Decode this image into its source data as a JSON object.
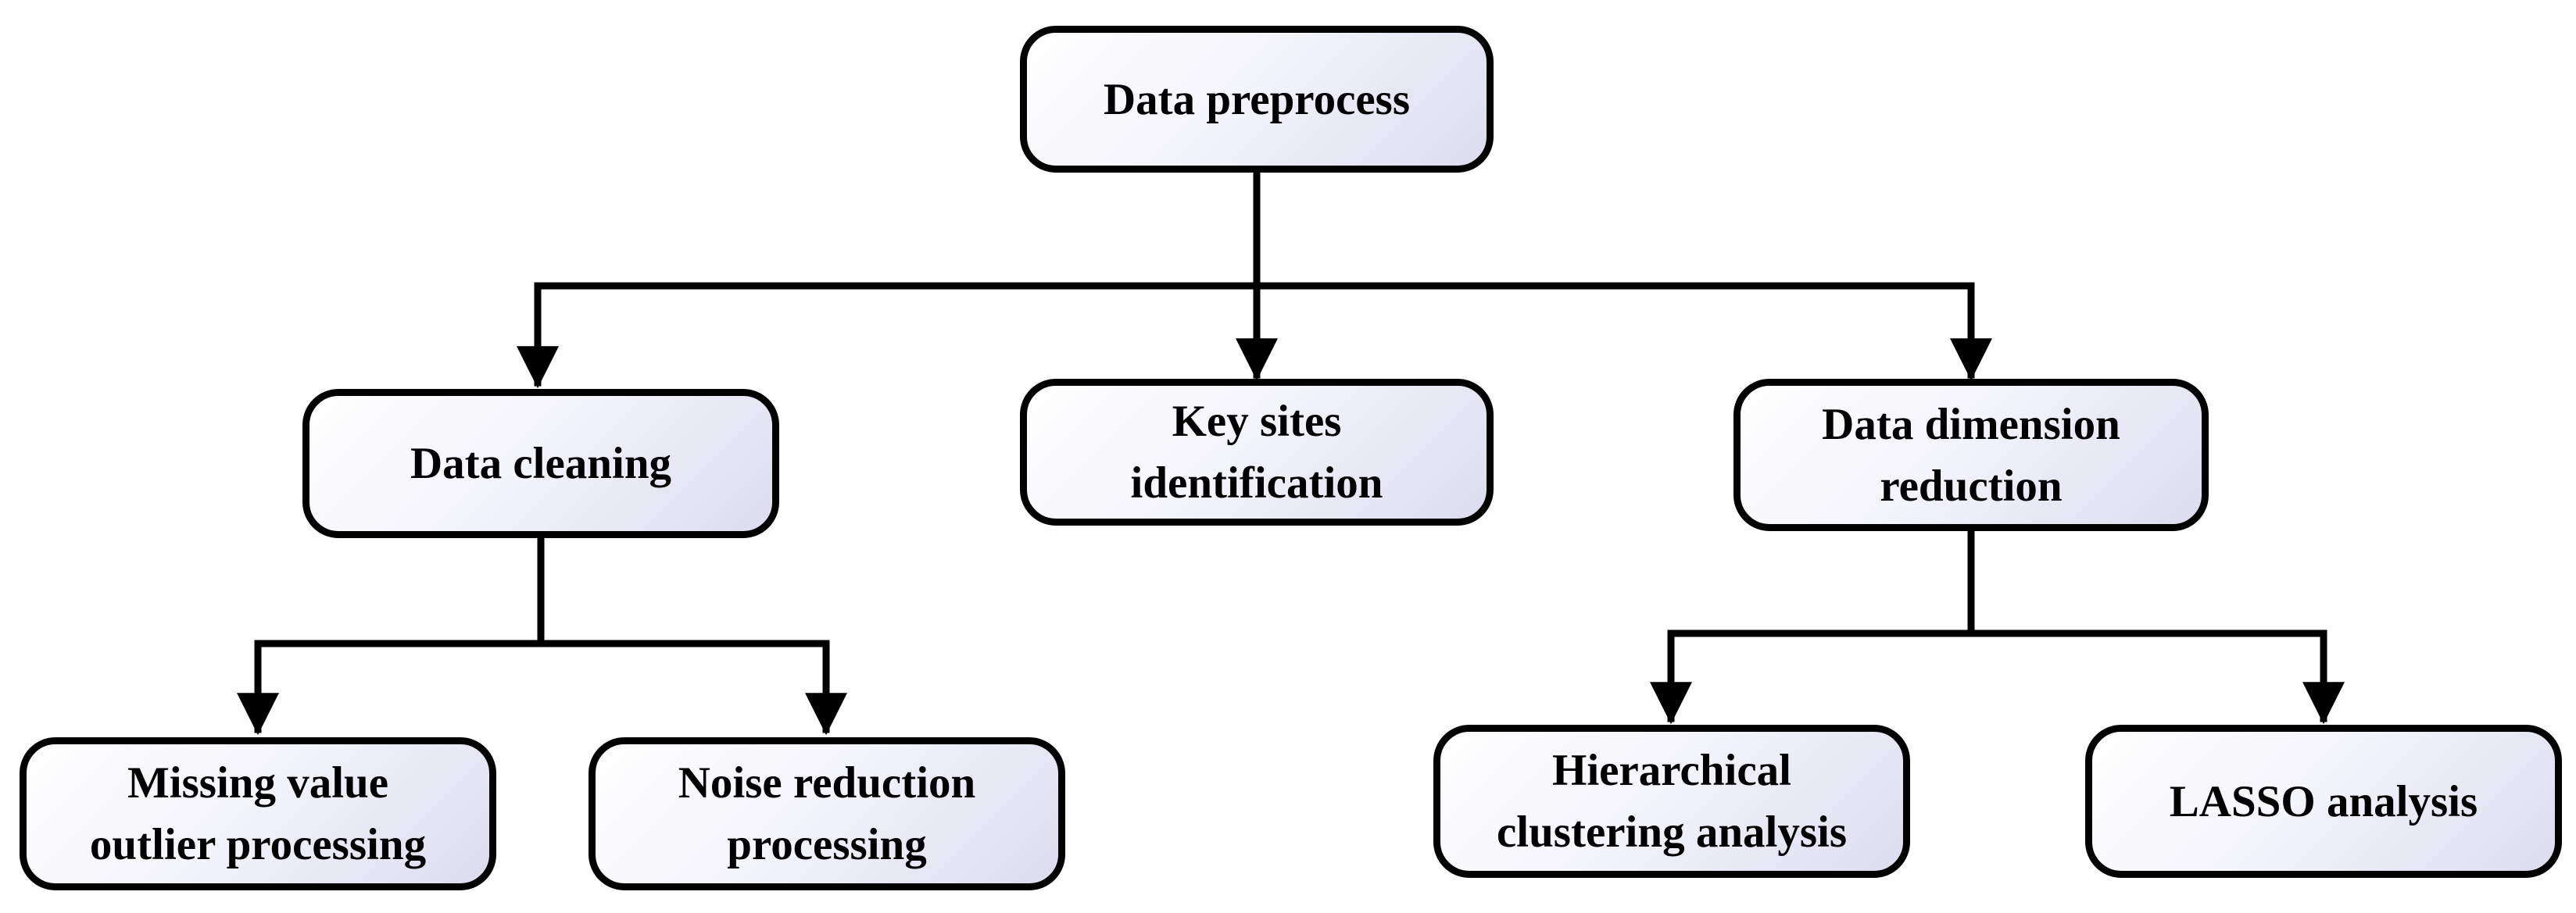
{
  "nodes": {
    "root": "Data preprocess",
    "data_cleaning": "Data cleaning",
    "key_sites": "Key sites\nidentification",
    "dim_reduction": "Data dimension\nreduction",
    "missing_value": "Missing value\noutlier processing",
    "noise_reduction": "Noise reduction\nprocessing",
    "hierarchical": "Hierarchical\nclustering analysis",
    "lasso": "LASSO analysis"
  },
  "colors": {
    "stroke": "#000000",
    "box_fill_light": "#ffffff",
    "box_fill_dark": "#dcdcef"
  },
  "connectors": [
    {
      "from": "Data preprocess",
      "to": "Data cleaning"
    },
    {
      "from": "Data preprocess",
      "to": "Key sites identification"
    },
    {
      "from": "Data preprocess",
      "to": "Data dimension reduction"
    },
    {
      "from": "Data cleaning",
      "to": "Missing value outlier processing"
    },
    {
      "from": "Data cleaning",
      "to": "Noise reduction processing"
    },
    {
      "from": "Data dimension reduction",
      "to": "Hierarchical clustering analysis"
    },
    {
      "from": "Data dimension reduction",
      "to": "LASSO analysis"
    }
  ]
}
